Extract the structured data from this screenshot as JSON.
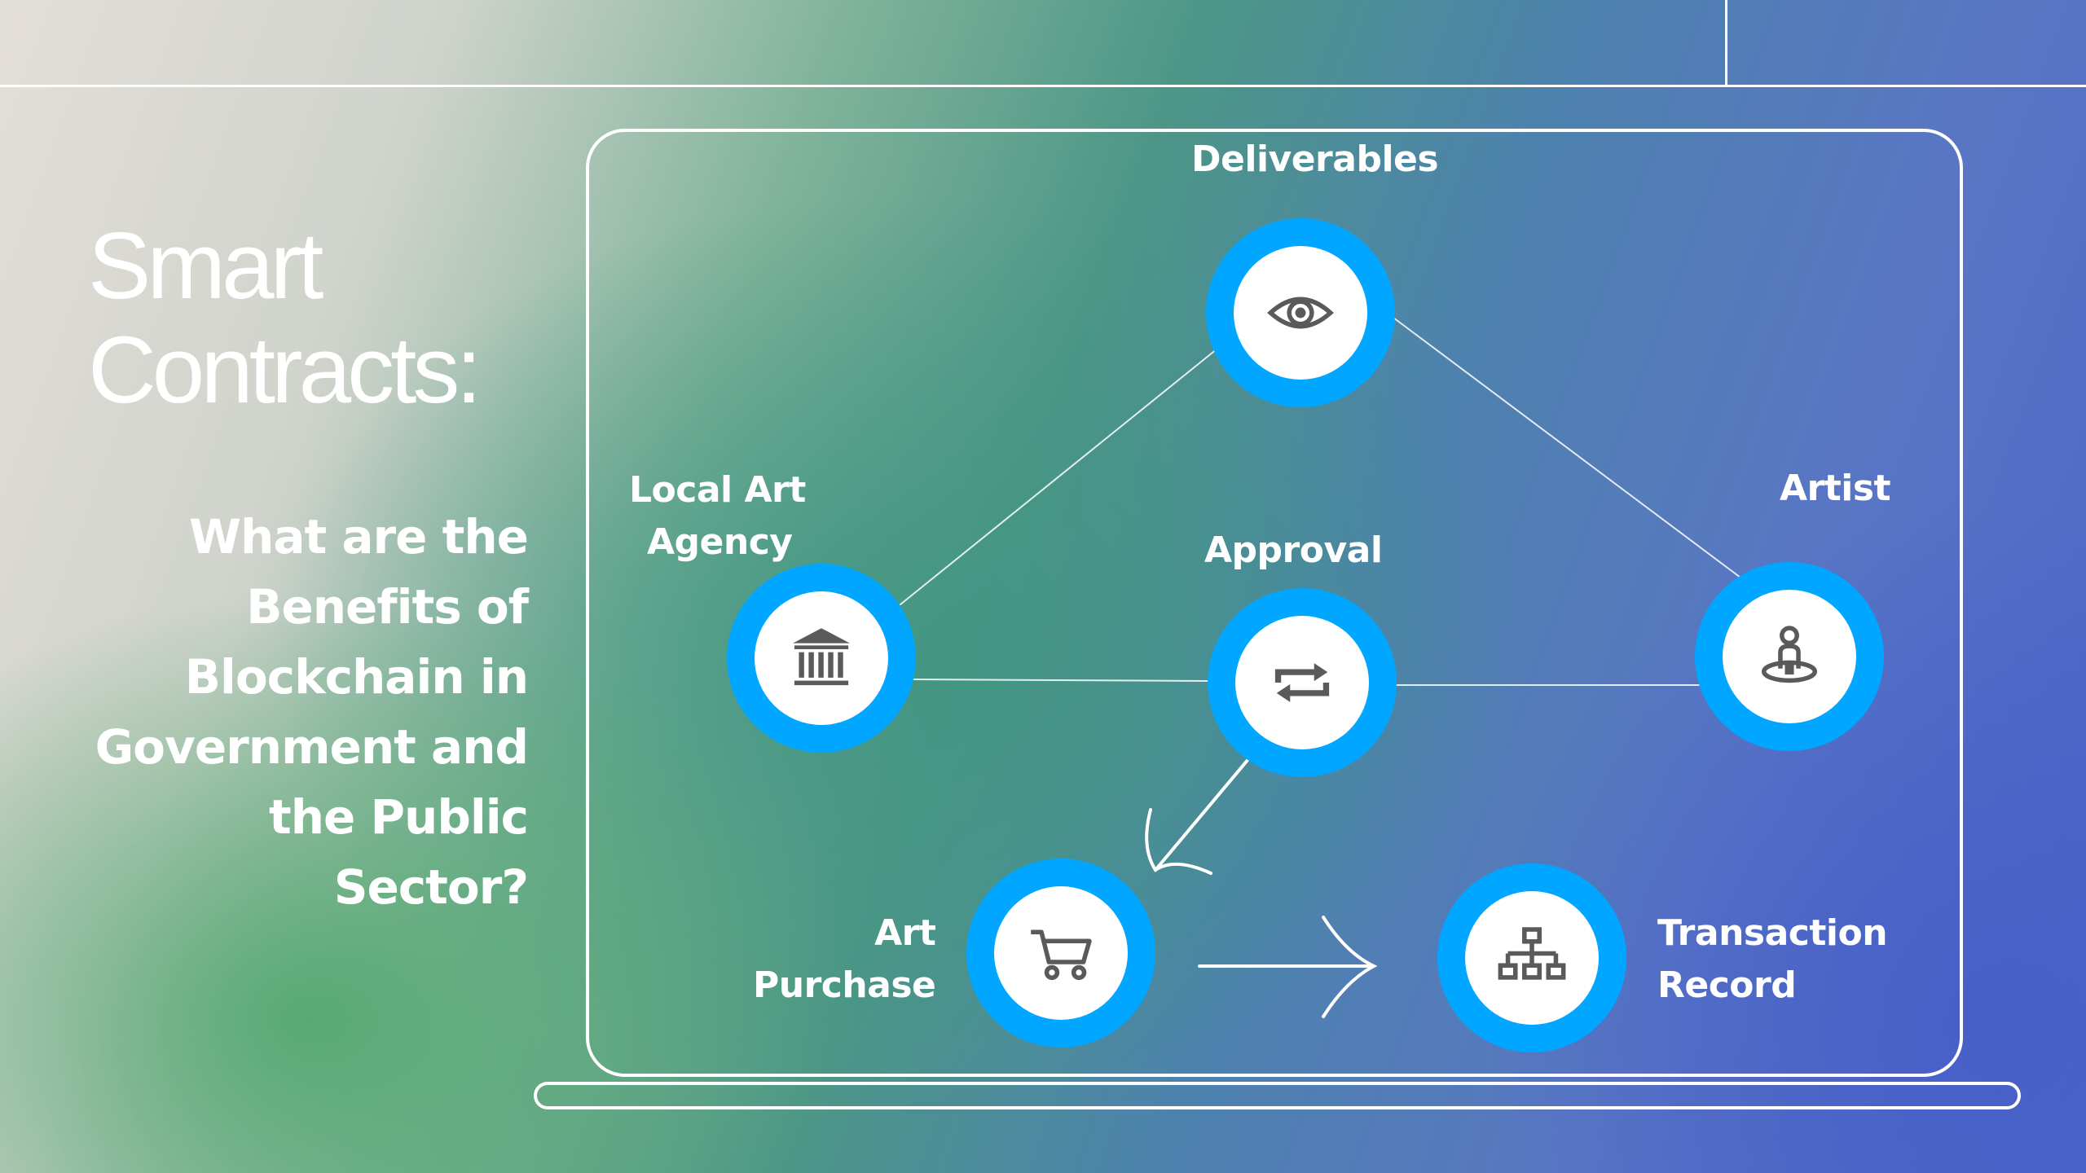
{
  "slide": {
    "title_lines": [
      "Smart",
      "Contracts:"
    ],
    "question_lines": [
      "What are the",
      "Benefits of",
      "Blockchain in",
      "Government and",
      "the Public Sector?"
    ]
  },
  "diagram": {
    "nodes": {
      "deliverables": {
        "label_lines": [
          "Deliverables"
        ],
        "icon": "eye-icon"
      },
      "agency": {
        "label_lines": [
          "Local Art",
          "Agency"
        ],
        "icon": "bank-icon"
      },
      "approval": {
        "label_lines": [
          "Approval"
        ],
        "icon": "swap-arrows-icon"
      },
      "artist": {
        "label_lines": [
          "Artist"
        ],
        "icon": "person-location-icon"
      },
      "purchase": {
        "label_lines": [
          "Art",
          "Purchase"
        ],
        "icon": "shopping-cart-icon"
      },
      "record": {
        "label_lines": [
          "Transaction",
          "Record"
        ],
        "icon": "hierarchy-icon"
      }
    },
    "colors": {
      "node_ring": "#00a6ff",
      "node_fill": "#ffffff",
      "icon": "#5a5a5a",
      "lines": "#ffffff"
    }
  }
}
